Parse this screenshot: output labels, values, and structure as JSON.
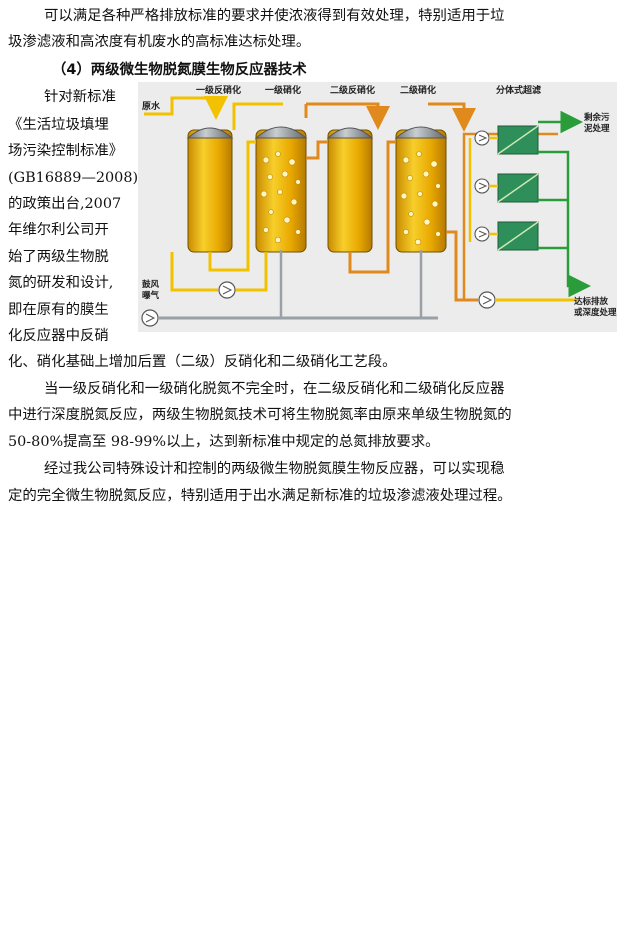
{
  "intro_lines": [
    "可以满足各种严格排放标准的要求并使浓液得到有效处理，特别适用于垃",
    "圾渗滤液和高浓度有机废水的高标准达标处理。"
  ],
  "section_heading": "（4）两级微生物脱氮膜生物反应器技术",
  "side_lines": [
    "针对新标准",
    "《生活垃圾填埋",
    "场污染控制标准》",
    "(GB16889—2008)",
    "的政策出台,2007",
    "年维尔利公司开",
    "始了两级生物脱",
    "氮的研发和设计,",
    "即在原有的膜生",
    "化反应器中反硝"
  ],
  "side_continuation": "化、硝化基础上增加后置（二级）反硝化和二级硝化工艺段。",
  "body_lines": [
    "当一级反硝化和一级硝化脱氮不完全时，在二级反硝化和二级硝化反应器",
    "中进行深度脱氮反应，两级生物脱氮技术可将生物脱氮率由原来单级生物脱氮的",
    "50-80%提高至 98-99%以上，达到新标准中规定的总氮排放要求。",
    "经过我公司特殊设计和控制的两级微生物脱氮膜生物反应器，可以实现稳",
    "定的完全微生物脱氮反应，特别适用于出水满足新标准的垃圾渗滤液处理过程。"
  ],
  "diagram": {
    "labels": {
      "raw_water": "原水",
      "stage1_denit": "一级反硝化",
      "stage1_nit": "一级硝化",
      "stage2_denit": "二级反硝化",
      "stage2_nit": "二级硝化",
      "ultrafiltration": "分体式超滤",
      "excess_sludge_1": "剩余污",
      "excess_sludge_2": "泥处理",
      "aeration_1": "鼓风",
      "aeration_2": "曝气",
      "discharge_1": "达标排放",
      "discharge_2": "或深度处理"
    },
    "colors": {
      "tank_fill": "#e8a800",
      "tank_light": "#f7d23a",
      "cap": "#8a8f94",
      "pipe_yellow": "#f2c200",
      "pipe_orange": "#e08a1e",
      "pipe_grey": "#9aa0a6",
      "arrow_green": "#2a9d3a",
      "membrane": "#2f8f5b"
    }
  }
}
